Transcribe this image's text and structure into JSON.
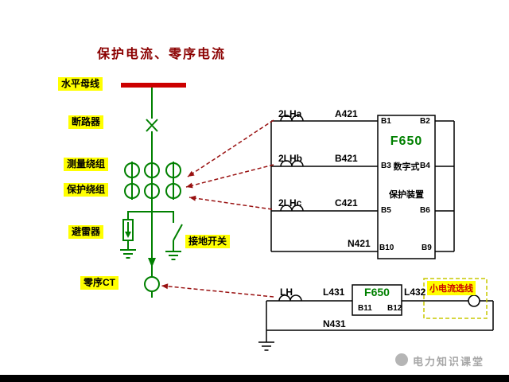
{
  "title": "保护电流、零序电流",
  "primary": {
    "busbar_label": "水平母线",
    "breaker_label": "断路器",
    "measuring_winding_label": "测量绕组",
    "protection_winding_label": "保护绕组",
    "arrester_label": "避雷器",
    "earthing_switch_label": "接地开关",
    "zero_sequence_ct_label": "零序CT"
  },
  "phase_ct_circuit": {
    "ct_a_label": "2LHa",
    "wire_a_label": "A421",
    "ct_b_label": "2LHb",
    "wire_b_label": "B421",
    "ct_c_label": "2LHc",
    "wire_c_label": "C421",
    "neutral_label": "N421"
  },
  "relay": {
    "model": "F650",
    "desc_line1": "数字式",
    "desc_line2": "保护装置",
    "terminals": {
      "b1": "B1",
      "b2": "B2",
      "b3": "B3",
      "b4": "B4",
      "b5": "B5",
      "b6": "B6",
      "b10": "B10",
      "b9": "B9"
    }
  },
  "zero_sequence_circuit": {
    "ct_label": "LH",
    "wire_in_label": "L431",
    "relay_model": "F650",
    "terminal_b11": "B11",
    "terminal_b12": "B12",
    "wire_out_label": "L432",
    "selector_label": "小电流选线",
    "neutral_label": "N431"
  },
  "watermark": "电力知识课堂",
  "colors": {
    "busbar_red": "#cc0000",
    "circuit_green": "#008000",
    "label_yellow": "#ffff00",
    "arrow_red": "#991111",
    "relay_green": "#008000",
    "selector_red": "#cc0000"
  }
}
